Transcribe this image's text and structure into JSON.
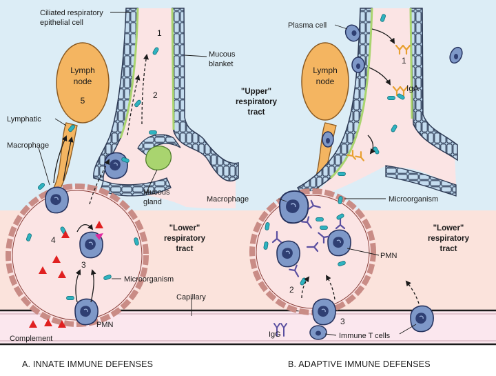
{
  "panel_a": {
    "caption": "A. INNATE IMMUNE DEFENSES",
    "labels": {
      "ciliated_cell": [
        "Ciliated respiratory",
        "epithelial cell"
      ],
      "mucous_blanket": [
        "Mucous",
        "blanket"
      ],
      "lymph_node": [
        "Lymph",
        "node"
      ],
      "lymph_number": "5",
      "lymphatic": "Lymphatic",
      "macrophage": "Macrophage",
      "mucous_gland": [
        "Mucous",
        "gland"
      ],
      "upper_tract": [
        "\"Upper\"",
        "respiratory",
        "tract"
      ],
      "lower_tract": [
        "\"Lower\"",
        "respiratory",
        "tract"
      ],
      "microorganism": "Microorganism",
      "capillary": "Capillary",
      "pmn": "PMN",
      "complement": "Complement",
      "step_1": "1",
      "step_2": "2",
      "step_3": "3",
      "step_4": "4"
    }
  },
  "panel_b": {
    "caption": "B. ADAPTIVE IMMUNE DEFENSES",
    "labels": {
      "plasma_cell": "Plasma cell",
      "iga": "IgA",
      "lymph_node": [
        "Lymph",
        "node"
      ],
      "macrophage": "Macrophage",
      "microorganism": "Microorganism",
      "lower_tract": [
        "\"Lower\"",
        "respiratory",
        "tract"
      ],
      "pmn": "PMN",
      "igg": "IgG",
      "immune_t_cells": "Immune T cells",
      "step_1": "1",
      "step_2": "2",
      "step_3": "3"
    }
  },
  "colors": {
    "upper_bg": "#dcedf6",
    "lower_bg": "#fbe3dc",
    "capillary_bg": "#fbe7ee",
    "lumen": "#fbe4e4",
    "epithelium": "#b7d4ea",
    "epithelium_edge": "#2e3b55",
    "mucus": "#a9d46f",
    "lymph": "#f4b561",
    "lymph_edge": "#8a5a22",
    "alveolar_wall": "#c98c86",
    "cell_body": "#7e98c8",
    "cell_nucleus": "#2f3f73",
    "microbe": "#2fb3c0",
    "complement": "#e02020",
    "antibody_a": "#e8a030",
    "antibody_b": "#5a4fa0",
    "ink": "#1a1a1a"
  }
}
